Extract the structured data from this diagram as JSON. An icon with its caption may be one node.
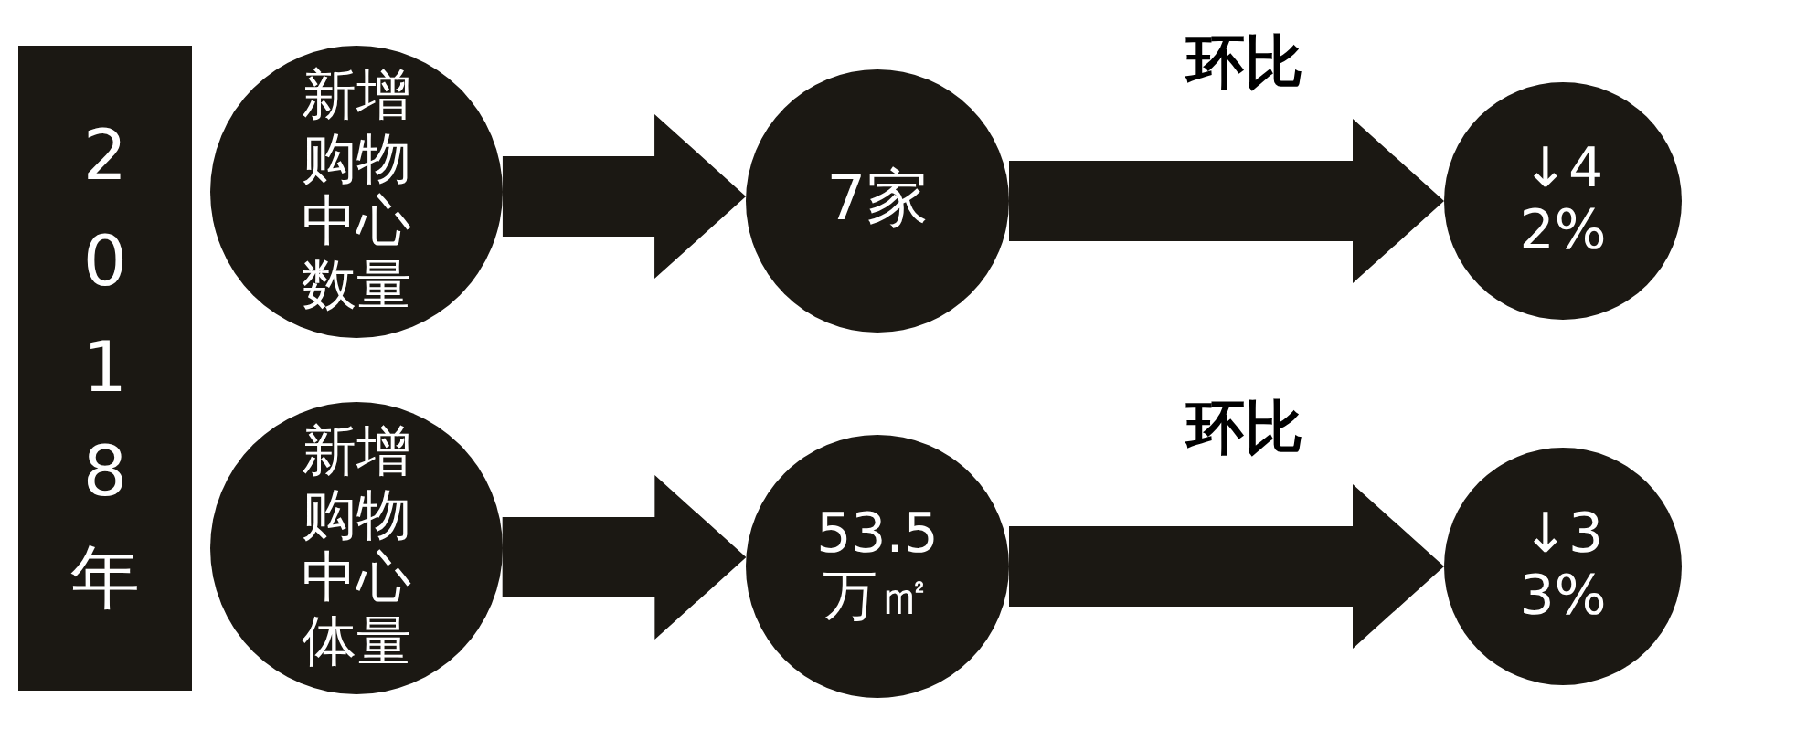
{
  "diagram": {
    "nodes": [
      {
        "text": [
          "2018年"
        ]
      },
      {
        "text": [
          "新增购物中心数量"
        ]
      },
      {
        "text": [
          "7家"
        ]
      },
      {
        "text": [
          "↓42%"
        ]
      },
      {
        "text": [
          "新增购物中心体量"
        ]
      },
      {
        "text": [
          "53.5万㎡"
        ]
      },
      {
        "text": [
          "↓33%"
        ]
      }
    ],
    "edges": [
      {
        "from": 1,
        "to": 2,
        "arrow": "to"
      },
      {
        "from": 2,
        "to": 3,
        "arrow": "to",
        "label": "环比"
      },
      {
        "from": 4,
        "to": 5,
        "arrow": "to"
      },
      {
        "from": 5,
        "to": 6,
        "arrow": "to",
        "label": "环比"
      }
    ]
  }
}
